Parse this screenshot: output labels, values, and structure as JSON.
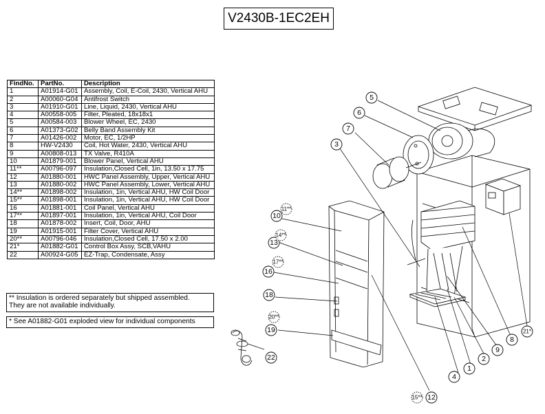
{
  "title": "V2430B-1EC2EH",
  "table": {
    "headers": [
      "FindNo.",
      "PartNo.",
      "Description"
    ],
    "rows": [
      [
        "1",
        "A01914-G01",
        "Assembly, Coil, E-Coil, 2430, Vertical AHU"
      ],
      [
        "2",
        "A00060-G04",
        "Antifrost Switch"
      ],
      [
        "3",
        "A01910-G01",
        "Line, Liquid, 2430, Vertical AHU"
      ],
      [
        "4",
        "A00558-005",
        "Filter, Pleated, 18x18x1"
      ],
      [
        "5",
        "A00584-003",
        "Blower Wheel, EC, 2430"
      ],
      [
        "6",
        "A01373-G02",
        "Belly Band Assembly Kit"
      ],
      [
        "7",
        "A01426-002",
        "Motor, EC, 1/2HP"
      ],
      [
        "8",
        "HW-V2430",
        "Coil, Hot Water, 2430, Vertical AHU"
      ],
      [
        "9",
        "A00808-013",
        "TX Valve, R410A"
      ],
      [
        "10",
        "A01879-001",
        "Blower Panel, Vertical AHU"
      ],
      [
        "11**",
        "A00796-097",
        "Insulation,Closed Cell, 1in, 13.50 x 17.75"
      ],
      [
        "12",
        "A01880-001",
        "HWC Panel Assembly, Upper, Vertical AHU"
      ],
      [
        "13",
        "A01880-002",
        "HWC Panel Assembly, Lower, Vertical AHU"
      ],
      [
        "14**",
        "A01898-002",
        "Insulation, 1in, Vertical AHU, HW Coil Door"
      ],
      [
        "15**",
        "A01898-001",
        "Insulation, 1in, Vertical AHU, HW Coil Door"
      ],
      [
        "16",
        "A01881-001",
        "Coil Panel, Vertical AHU"
      ],
      [
        "17**",
        "A01897-001",
        "Insulation, 1in, Vertical AHU, Coil Door"
      ],
      [
        "18",
        "A01878-002",
        "Insert, Coil, Door, AHU"
      ],
      [
        "19",
        "A01915-001",
        "Filter Cover, Vertical AHU"
      ],
      [
        "20**",
        "A00796-046",
        "Insulation,Closed Cell, 17.50 x 2.00"
      ],
      [
        "21*",
        "A01882-G01",
        "Control Box Assy, SCB,VAHU"
      ],
      [
        "22",
        "A00924-G05",
        "EZ-Trap, Condensate, Assy"
      ]
    ]
  },
  "notes": {
    "insulation_line1": "** Insulation is ordered separately but shipped assembled.",
    "insulation_line2": "They are not available individually.",
    "exploded": "* See A01882-G01 exploded view for individual components"
  },
  "callouts": [
    {
      "label": "1"
    },
    {
      "label": "2"
    },
    {
      "label": "3"
    },
    {
      "label": "4"
    },
    {
      "label": "5"
    },
    {
      "label": "6"
    },
    {
      "label": "7"
    },
    {
      "label": "8"
    },
    {
      "label": "9"
    },
    {
      "label": "10"
    },
    {
      "label": "11**"
    },
    {
      "label": "12"
    },
    {
      "label": "13"
    },
    {
      "label": "14**"
    },
    {
      "label": "15**"
    },
    {
      "label": "16"
    },
    {
      "label": "17**"
    },
    {
      "label": "18"
    },
    {
      "label": "19"
    },
    {
      "label": "20**"
    },
    {
      "label": "21*"
    },
    {
      "label": "22"
    }
  ]
}
